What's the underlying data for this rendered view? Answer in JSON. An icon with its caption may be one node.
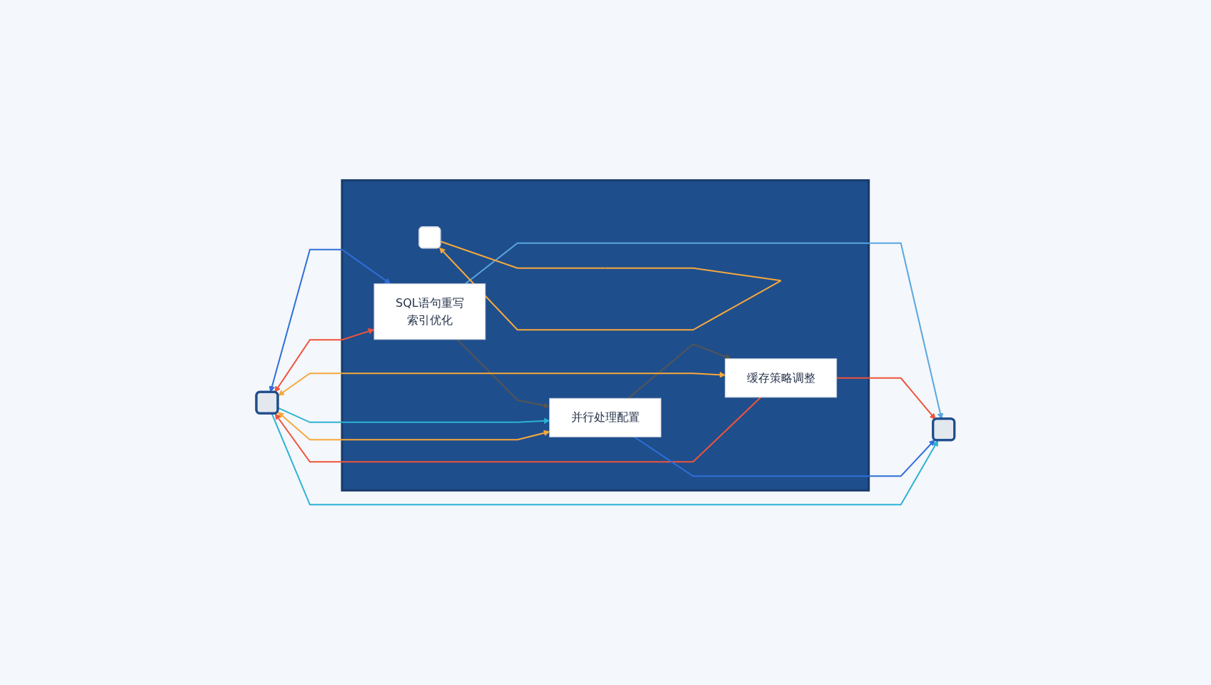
{
  "diagram": {
    "nodes": [
      {
        "text": [],
        "shape": "box"
      },
      {
        "text": [],
        "shape": "box"
      },
      {
        "text": [
          "SQL语句重写",
          "索引优化"
        ],
        "in": 1
      },
      {
        "text": [
          "并行处理配置"
        ],
        "in": 1
      },
      {
        "text": [
          "缓存策略调整"
        ],
        "in": 1
      },
      {
        "text": [],
        "shape": "box",
        "in": 1
      },
      {
        "text": [],
        "shape": "box"
      }
    ],
    "edges": [
      {
        "from": 2,
        "to": 3,
        "arrow": "to",
        "color": "#555555"
      },
      {
        "from": 3,
        "to": 4,
        "arrow": "to",
        "color": "#555555"
      },
      {
        "from": 0,
        "to": 2,
        "arrow": "both",
        "color": "#2f6fd8"
      },
      {
        "from": 0,
        "to": 2,
        "arrow": "both",
        "color": "#f0533c"
      },
      {
        "from": 0,
        "to": 3,
        "arrow": "to",
        "color": "#2bb3d4"
      },
      {
        "from": 0,
        "to": 3,
        "arrow": "both",
        "color": "#f6a93b"
      },
      {
        "from": 0,
        "to": 4,
        "arrow": "both",
        "color": "#f6a93b"
      },
      {
        "from": 4,
        "to": 0,
        "arrow": "to",
        "color": "#f0533c"
      },
      {
        "from": 2,
        "to": 6,
        "arrow": "to",
        "color": "#5aa6e0"
      },
      {
        "from": 4,
        "to": 6,
        "arrow": "to",
        "color": "#f0533c"
      },
      {
        "from": 3,
        "to": 6,
        "arrow": "to",
        "color": "#2f6fd8"
      },
      {
        "from": 0,
        "to": 6,
        "arrow": "to",
        "color": "#2bb3d4"
      },
      {
        "from": 5,
        "to": 5,
        "arrow": "to",
        "color": "#f6a93b"
      }
    ]
  }
}
